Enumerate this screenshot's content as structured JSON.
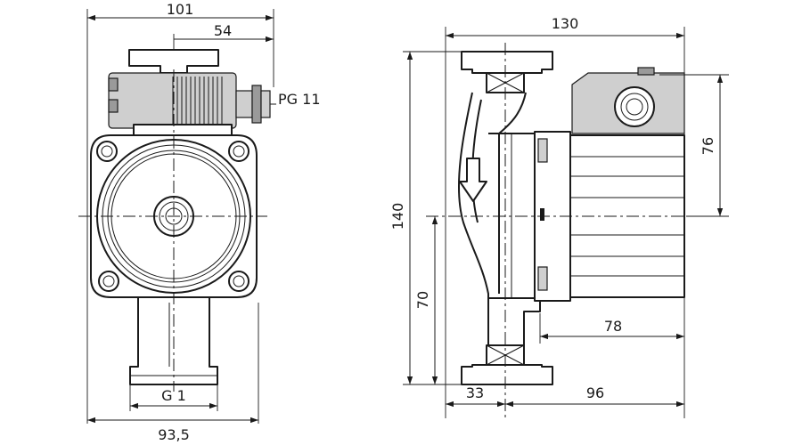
{
  "dimensions": {
    "front_width_top": "101",
    "front_offset_top": "54",
    "cable_gland": "PG 11",
    "thread": "G 1",
    "front_width_bottom": "93,5",
    "side_width_top": "130",
    "side_height": "140",
    "side_axis_height": "70",
    "side_motor_height": "76",
    "side_motor_length": "78",
    "side_flange_offset": "33",
    "side_motor_offset": "96"
  }
}
